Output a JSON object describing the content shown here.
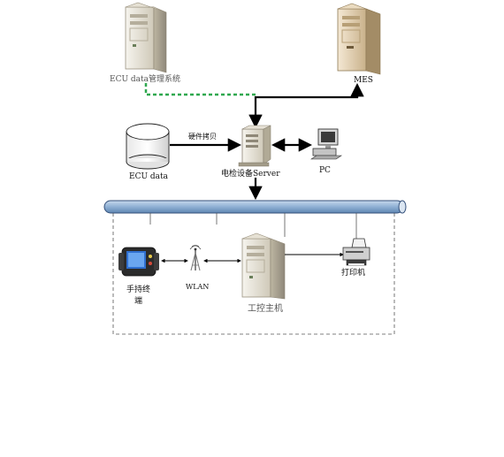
{
  "nodes": {
    "ecu_mgmt": {
      "label": "ECU data管理系统",
      "icon": "server-tower-icon"
    },
    "mes": {
      "label": "MES",
      "icon": "server-tower-icon"
    },
    "ecu_db": {
      "label": "ECU data",
      "icon": "database-icon"
    },
    "server": {
      "label": "电检设备Server",
      "icon": "server-icon"
    },
    "pc": {
      "label": "PC",
      "icon": "desktop-pc-icon"
    },
    "handheld": {
      "label_line1": "手持终",
      "label_line2": "端",
      "icon": "handheld-terminal-icon"
    },
    "wlan": {
      "label": "WLAN",
      "icon": "antenna-icon"
    },
    "ipc": {
      "label": "工控主机",
      "icon": "server-tower-icon"
    },
    "printer": {
      "label": "打印机",
      "icon": "printer-icon"
    }
  },
  "edges": {
    "firmware_copy": {
      "label": "硬件拷贝"
    }
  },
  "colors": {
    "dashed_link": "#2fa84f",
    "bus_fill": "#9db9d8",
    "bus_stroke": "#4a6f9a",
    "arrow": "#000000"
  }
}
